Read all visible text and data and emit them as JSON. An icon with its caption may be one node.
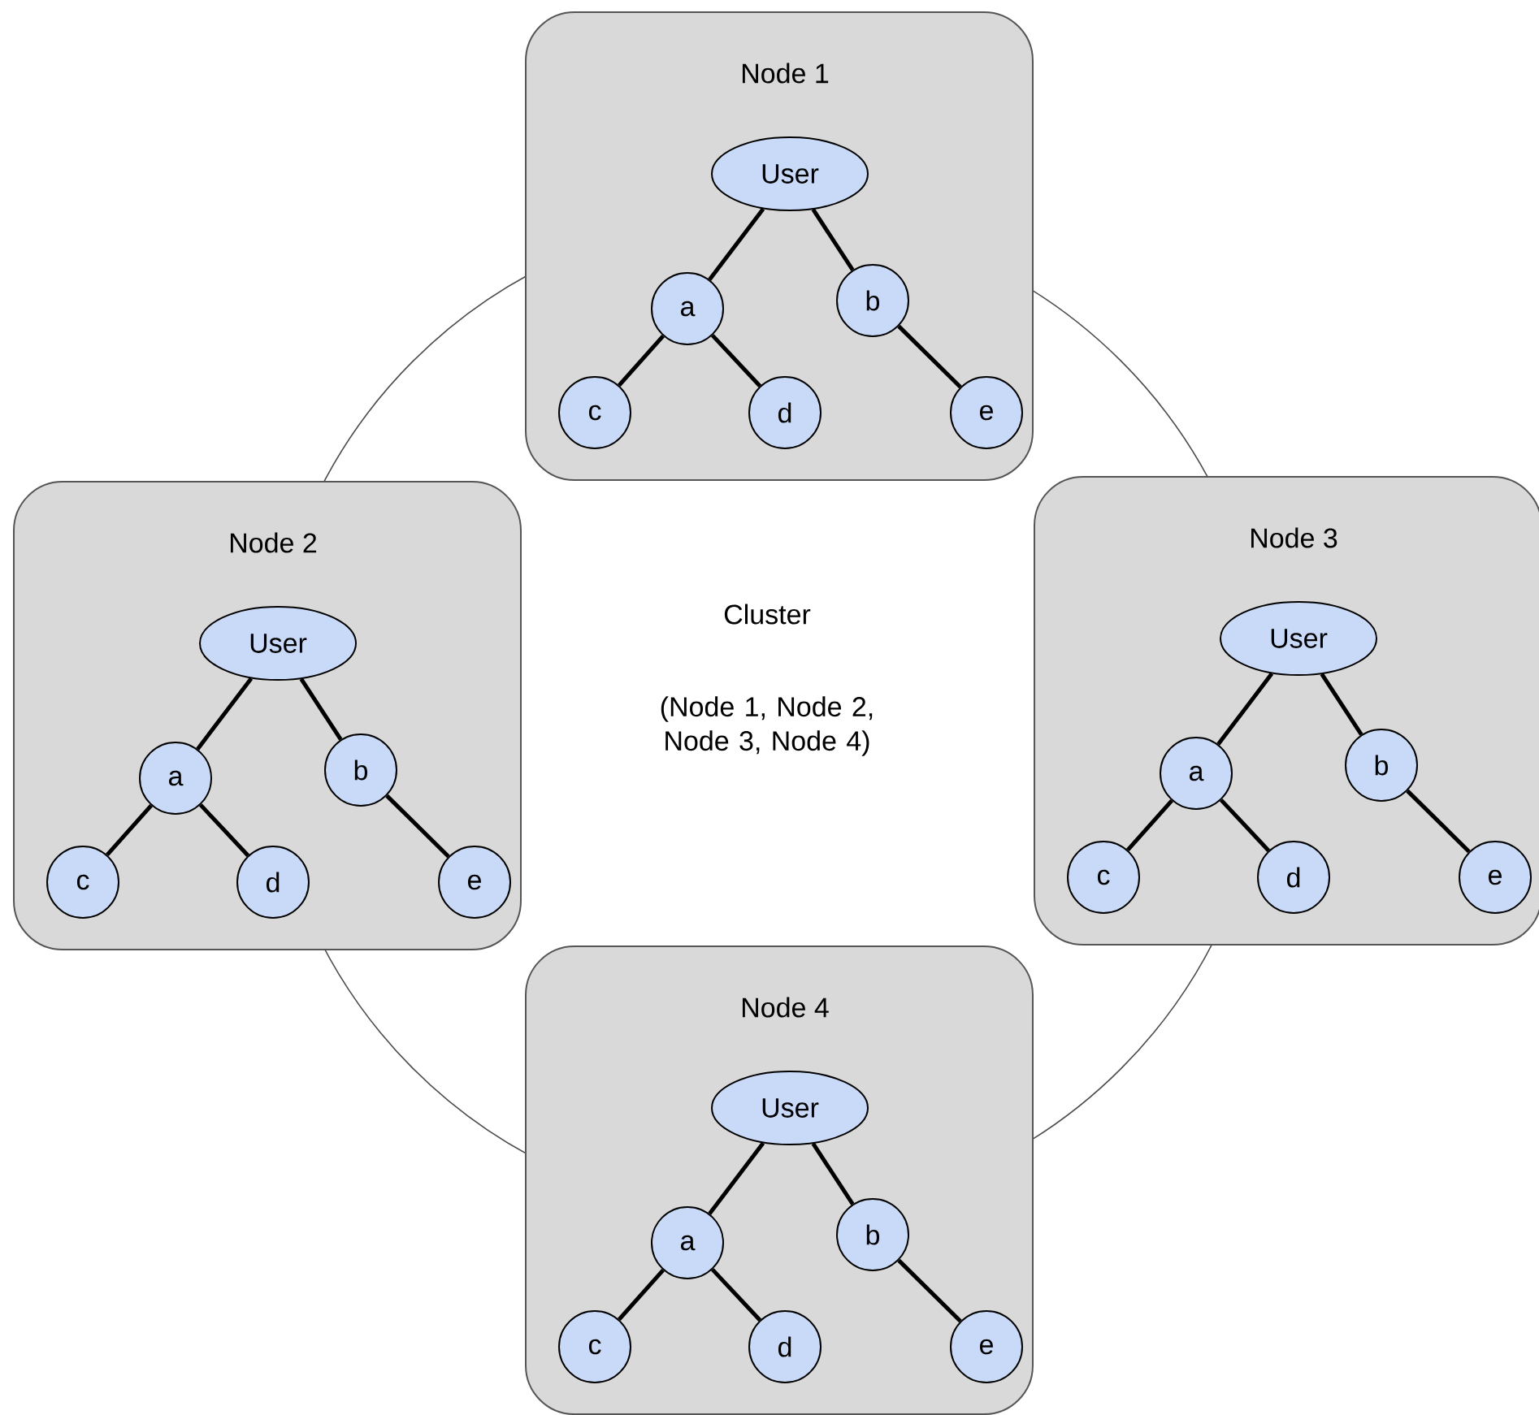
{
  "diagram": {
    "nodes": [
      {
        "text": [
          "Node 1"
        ]
      },
      {
        "text": [
          "User"
        ],
        "in": 0
      },
      {
        "text": [
          "a"
        ],
        "in": 0
      },
      {
        "text": [
          "b"
        ],
        "in": 0
      },
      {
        "text": [
          "c"
        ],
        "in": 0
      },
      {
        "text": [
          "d"
        ],
        "in": 0
      },
      {
        "text": [
          "e"
        ],
        "in": 0
      },
      {
        "text": [
          "Node 2"
        ]
      },
      {
        "text": [
          "User"
        ],
        "in": 7
      },
      {
        "text": [
          "a"
        ],
        "in": 7
      },
      {
        "text": [
          "b"
        ],
        "in": 7
      },
      {
        "text": [
          "c"
        ],
        "in": 7
      },
      {
        "text": [
          "d"
        ],
        "in": 7
      },
      {
        "text": [
          "e"
        ],
        "in": 7
      },
      {
        "text": [
          "Node 3"
        ]
      },
      {
        "text": [
          "User"
        ],
        "in": 14
      },
      {
        "text": [
          "a"
        ],
        "in": 14
      },
      {
        "text": [
          "b"
        ],
        "in": 14
      },
      {
        "text": [
          "c"
        ],
        "in": 14
      },
      {
        "text": [
          "d"
        ],
        "in": 14
      },
      {
        "text": [
          "e"
        ],
        "in": 14
      },
      {
        "text": [
          "Node 4"
        ]
      },
      {
        "text": [
          "User"
        ],
        "in": 21
      },
      {
        "text": [
          "a"
        ],
        "in": 21
      },
      {
        "text": [
          "b"
        ],
        "in": 21
      },
      {
        "text": [
          "c"
        ],
        "in": 21
      },
      {
        "text": [
          "d"
        ],
        "in": 21
      },
      {
        "text": [
          "e"
        ],
        "in": 21
      }
    ],
    "edges": [
      {
        "from": 1,
        "to": 2,
        "arrow": "none"
      },
      {
        "from": 1,
        "to": 3,
        "arrow": "none"
      },
      {
        "from": 2,
        "to": 4,
        "arrow": "none"
      },
      {
        "from": 2,
        "to": 5,
        "arrow": "none"
      },
      {
        "from": 3,
        "to": 6,
        "arrow": "none"
      },
      {
        "from": 8,
        "to": 9,
        "arrow": "none"
      },
      {
        "from": 8,
        "to": 10,
        "arrow": "none"
      },
      {
        "from": 9,
        "to": 11,
        "arrow": "none"
      },
      {
        "from": 9,
        "to": 12,
        "arrow": "none"
      },
      {
        "from": 10,
        "to": 13,
        "arrow": "none"
      },
      {
        "from": 15,
        "to": 16,
        "arrow": "none"
      },
      {
        "from": 15,
        "to": 17,
        "arrow": "none"
      },
      {
        "from": 16,
        "to": 18,
        "arrow": "none"
      },
      {
        "from": 16,
        "to": 19,
        "arrow": "none"
      },
      {
        "from": 17,
        "to": 20,
        "arrow": "none"
      },
      {
        "from": 22,
        "to": 23,
        "arrow": "none"
      },
      {
        "from": 22,
        "to": 24,
        "arrow": "none"
      },
      {
        "from": 23,
        "to": 25,
        "arrow": "none"
      },
      {
        "from": 23,
        "to": 26,
        "arrow": "none"
      },
      {
        "from": 24,
        "to": 27,
        "arrow": "none"
      }
    ],
    "labels": [
      "Cluster",
      "(Node 1, Node 2, Node 3, Node 4)"
    ]
  }
}
